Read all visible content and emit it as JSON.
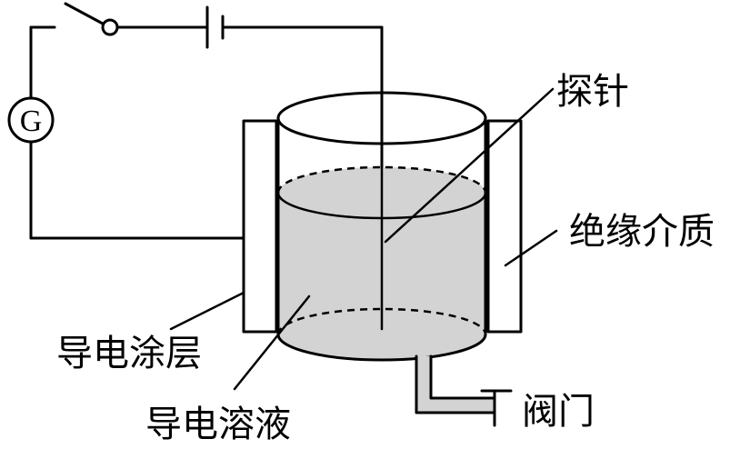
{
  "labels": {
    "probe": "探针",
    "insulating_medium": "绝缘介质",
    "conductive_coating": "导电涂层",
    "conductive_solution": "导电溶液",
    "valve": "阀门",
    "galvanometer": "G"
  },
  "colors": {
    "liquid": "#d3d3d3",
    "line": "#000000",
    "background": "#ffffff"
  }
}
